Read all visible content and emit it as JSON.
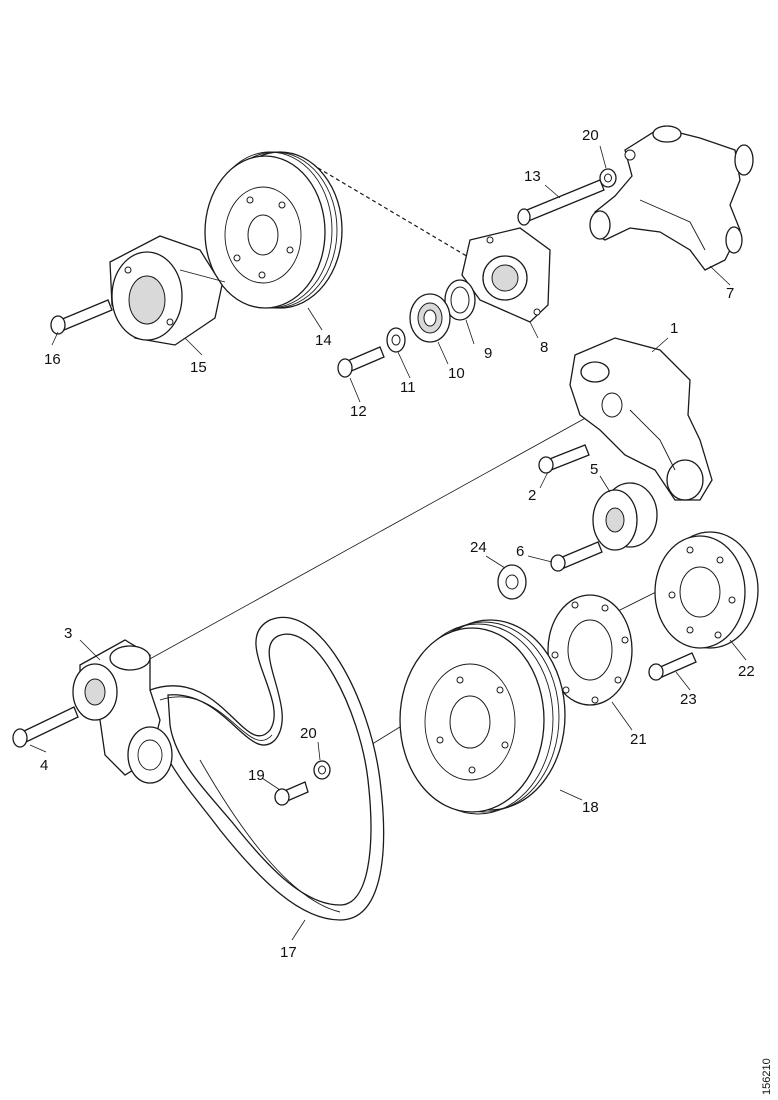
{
  "diagram": {
    "drawing_number": "156210",
    "callouts": {
      "c1": "1",
      "c2": "2",
      "c3": "3",
      "c4": "4",
      "c5": "5",
      "c6": "6",
      "c7": "7",
      "c8": "8",
      "c9": "9",
      "c10": "10",
      "c11": "11",
      "c12": "12",
      "c13": "13",
      "c14": "14",
      "c15": "15",
      "c16": "16",
      "c17": "17",
      "c18": "18",
      "c19": "19",
      "c20a": "20",
      "c20b": "20",
      "c21": "21",
      "c22": "22",
      "c23": "23",
      "c24": "24"
    }
  }
}
